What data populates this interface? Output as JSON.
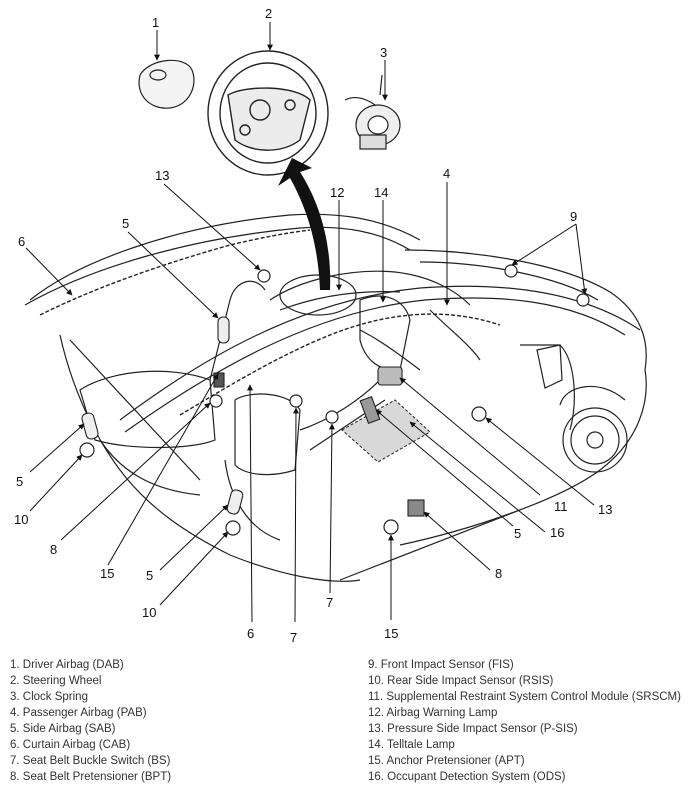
{
  "callouts": {
    "c1": "1",
    "c2": "2",
    "c3": "3",
    "c4": "4",
    "c5a": "5",
    "c5b": "5",
    "c5c": "5",
    "c5d": "5",
    "c6a": "6",
    "c6b": "6",
    "c7a": "7",
    "c7b": "7",
    "c8a": "8",
    "c8b": "8",
    "c9": "9",
    "c10a": "10",
    "c10b": "10",
    "c11": "11",
    "c12": "12",
    "c13a": "13",
    "c13b": "13",
    "c14": "14",
    "c15a": "15",
    "c15b": "15",
    "c16": "16"
  },
  "legend": {
    "left": [
      "1. Driver Airbag (DAB)",
      "2. Steering Wheel",
      "3. Clock Spring",
      "4. Passenger Airbag (PAB)",
      "5. Side Airbag (SAB)",
      "6. Curtain Airbag (CAB)",
      "7. Seat Belt Buckle Switch (BS)",
      "8. Seat Belt Pretensioner (BPT)"
    ],
    "right": [
      "9. Front Impact Sensor (FIS)",
      "10. Rear Side Impact Sensor (RSIS)",
      "11. Supplemental Restraint System Control Module (SRSCM)",
      "12. Airbag Warning Lamp",
      "13. Pressure Side Impact Sensor (P-SIS)",
      "14. Telltale Lamp",
      "15. Anchor Pretensioner (APT)",
      "16. Occupant Detection System (ODS)"
    ]
  },
  "colors": {
    "line": "#111111",
    "shade": "#d8d8d8"
  }
}
